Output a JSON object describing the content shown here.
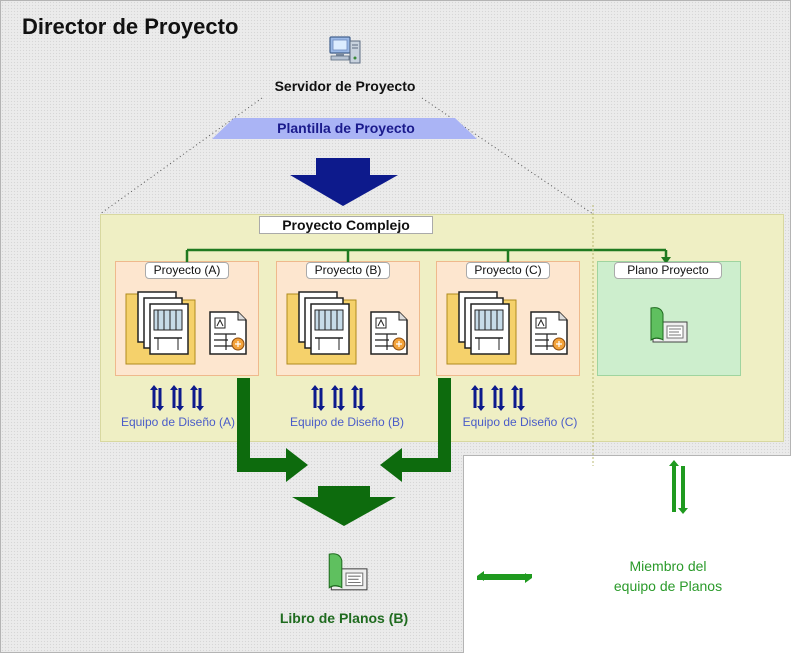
{
  "title": "Director de Proyecto",
  "server": {
    "label": "Servidor de Proyecto",
    "icon": "server-computer-icon"
  },
  "template": {
    "label": "Plantilla de Proyecto"
  },
  "complex": {
    "label": "Proyecto Complejo"
  },
  "projects": [
    {
      "label": "Proyecto (A)",
      "team": "Equipo de Diseño (A)"
    },
    {
      "label": "Proyecto (B)",
      "team": "Equipo de Diseño (B)"
    },
    {
      "label": "Proyecto (C)",
      "team": "Equipo de Diseño (C)"
    }
  ],
  "plano": {
    "label": "Plano Proyecto",
    "icon": "sheet-book-icon"
  },
  "book": {
    "label": "Libro de Planos (B)",
    "icon": "sheet-book-icon"
  },
  "member": {
    "line1": "Miembro del",
    "line2": "equipo de Planos"
  },
  "colors": {
    "dark_blue_arrow": "#0d1a8c",
    "dark_green_arrow": "#0d6b0d",
    "template_band": "#aab4f5",
    "complex_bg": "#efefc4",
    "project_bg": "#fde6cf",
    "plano_bg": "#cdeecd",
    "team_text": "#4a5cc8",
    "member_text": "#2a9a2a"
  }
}
